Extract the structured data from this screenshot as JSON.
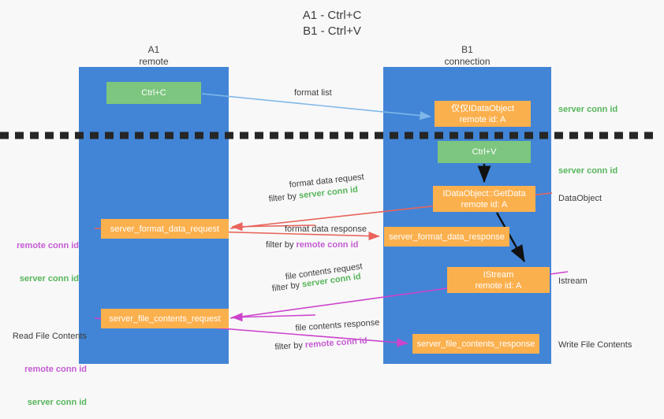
{
  "title": "A1 - Ctrl+C\nB1 - Ctrl+V",
  "lanes": {
    "a1": {
      "name": "A1",
      "sub": "remote",
      "header": "A1\nremote"
    },
    "b1": {
      "name": "B1",
      "sub": "connection",
      "header": "B1\nconnection"
    }
  },
  "boxes": {
    "ctrl_c": {
      "label": "Ctrl+C",
      "color": "#7dc67f"
    },
    "ctrl_v": {
      "label": "Ctrl+V",
      "color": "#7dc67f"
    },
    "idataobject": {
      "label": "仅仅IDataObject\nremote id: A",
      "color": "#fbb04e"
    },
    "getdata": {
      "label": "IDataObject::GetData\nremote id: A",
      "color": "#fbb04e"
    },
    "istream": {
      "label": "IStream\nremote id: A",
      "color": "#fbb04e"
    },
    "server_format_data_request": {
      "label": "server_format_data_request",
      "color": "#fbb04e"
    },
    "server_format_data_response": {
      "label": "server_format_data_response",
      "color": "#fbb04e"
    },
    "server_file_contents_request": {
      "label": "server_file_contents_request",
      "color": "#fbb04e"
    },
    "server_file_contents_response": {
      "label": "server_file_contents_response",
      "color": "#fbb04e"
    }
  },
  "side_labels": {
    "server_conn_id_1": "server conn id",
    "server_conn_id_2": "server conn id",
    "dataobject": "DataObject",
    "istream": "Istream",
    "write_file_contents": "Write File Contents",
    "left_conn_ids_1": {
      "remote": "remote conn id",
      "server": "server conn id"
    },
    "read_file_contents": "Read File Contents",
    "left_conn_ids_2": {
      "remote": "remote conn id",
      "server": "server conn id"
    }
  },
  "annotations": {
    "format_list": "format list",
    "format_data_request": "format data request",
    "filter_by_1_prefix": "filter by ",
    "filter_by_1_value": "server conn id",
    "format_data_response": "format data response",
    "filter_by_2_prefix": "filter by ",
    "filter_by_2_value": "remote conn id",
    "file_contents_request": "file contents request",
    "filter_by_3_prefix": "filter by ",
    "filter_by_3_value": "server conn id",
    "file_contents_response": "file contents response",
    "filter_by_4_prefix": "filter by ",
    "filter_by_4_value": "remote conn id"
  },
  "colors": {
    "lane": "#4285d6",
    "green_box": "#7dc67f",
    "orange_box": "#fbb04e",
    "green_text": "#57b55b",
    "purple_text": "#c45bd2",
    "red_arrow": "#e8645c",
    "magenta_arrow": "#cc44cc",
    "blue_arrow": "#7fb8e8",
    "divider": "#262626",
    "background": "#f8f8f8"
  }
}
